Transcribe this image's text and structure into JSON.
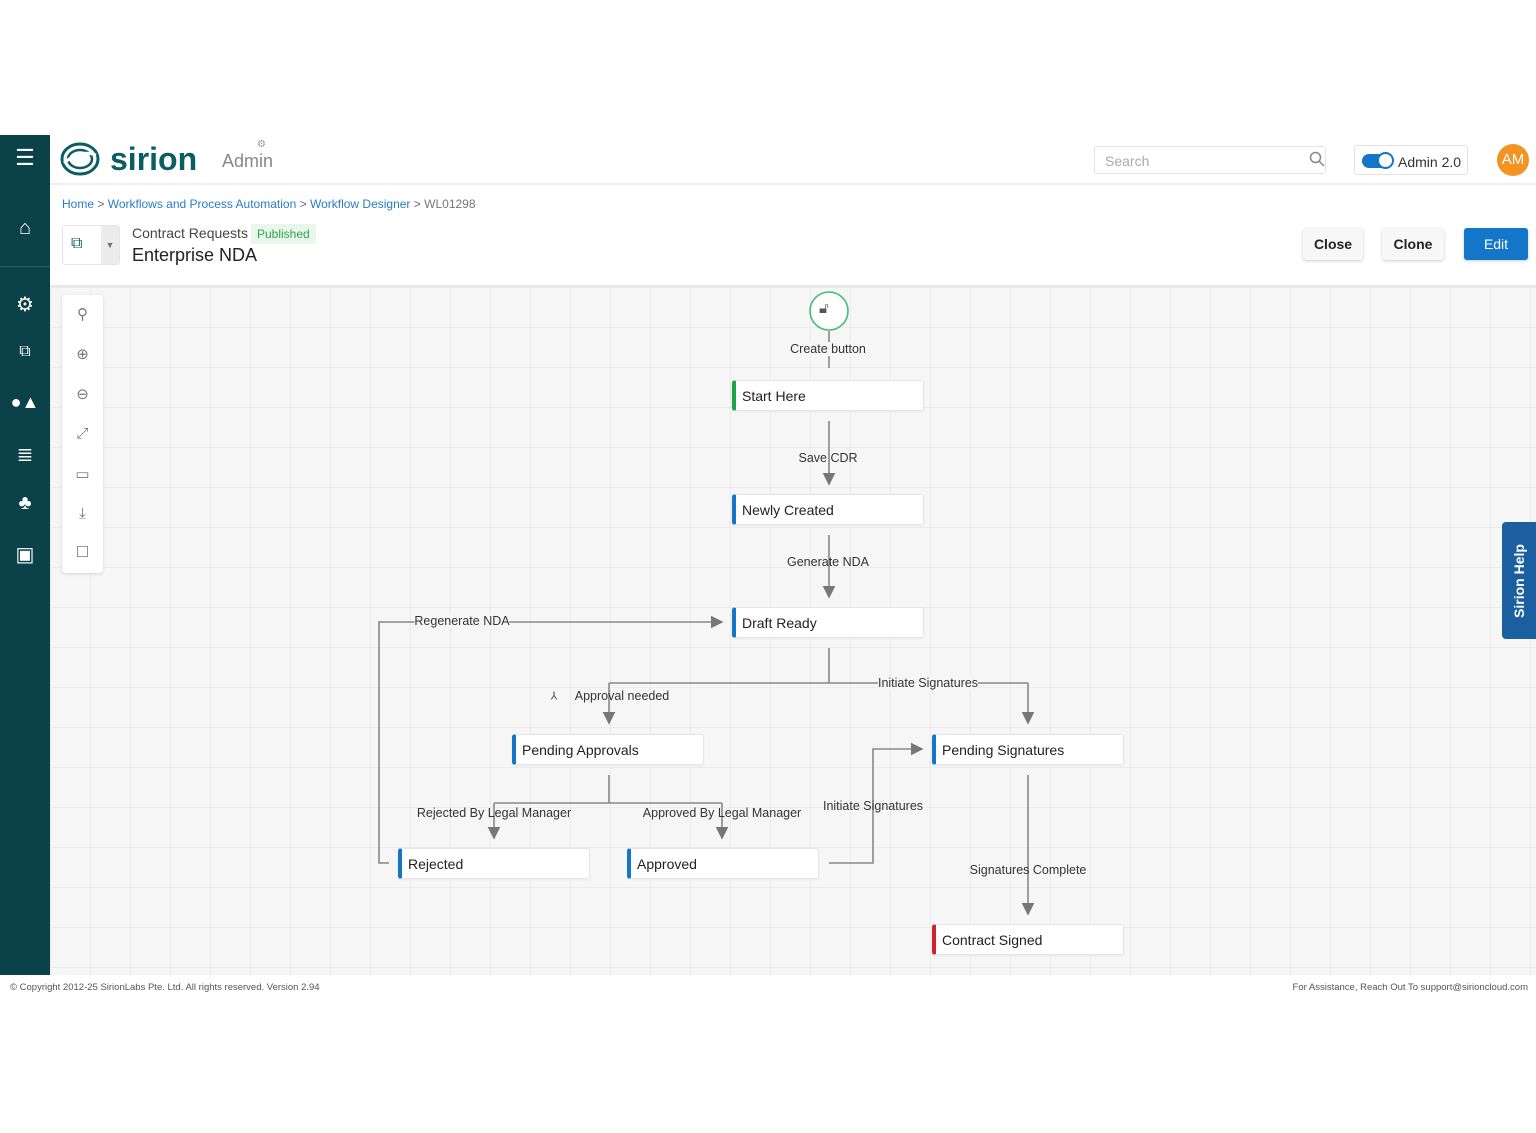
{
  "brand": {
    "name": "sirion",
    "suffix": "Admin"
  },
  "header": {
    "search_placeholder": "Search",
    "toggle_label": "Admin 2.0",
    "toggle_on": true,
    "avatar": "AM"
  },
  "sidebar": {
    "items": [
      "menu-icon",
      "home-icon",
      "settings-icon",
      "workflow-icon",
      "shapes-icon",
      "database-icon",
      "hierarchy-icon",
      "inbox-icon"
    ]
  },
  "breadcrumb": [
    {
      "label": "Home"
    },
    {
      "label": "Workflows and Process Automation"
    },
    {
      "label": "Workflow Designer"
    },
    {
      "label": "WL01298"
    }
  ],
  "page": {
    "category": "Contract Requests",
    "status": "Published",
    "title": "Enterprise NDA"
  },
  "actions": {
    "close": "Close",
    "clone": "Clone",
    "edit": "Edit"
  },
  "tools": [
    "search",
    "zoom-in",
    "zoom-out",
    "fit",
    "rectangle",
    "download",
    "checkbox"
  ],
  "workflow": {
    "start_label": "Create button",
    "nodes": {
      "start": "Start Here",
      "newly": "Newly Created",
      "draft": "Draft Ready",
      "pending_approvals": "Pending Approvals",
      "pending_signatures": "Pending Signatures",
      "rejected": "Rejected",
      "approved": "Approved",
      "signed": "Contract Signed"
    },
    "edges": {
      "save": "Save CDR",
      "generate": "Generate NDA",
      "regenerate": "Regenerate NDA",
      "approval": "Approval needed",
      "initiate1": "Initiate Signatures",
      "rejected_by": "Rejected By Legal Manager",
      "approved_by": "Approved By Legal Manager",
      "initiate2": "Initiate Signatures",
      "complete": "Signatures Complete"
    },
    "colors": {
      "start": "#1fa34a",
      "state": "#1476c8",
      "end": "#d0202a"
    }
  },
  "help": "Sirion Help",
  "footer": {
    "left": "© Copyright 2012-25 SirionLabs Pte. Ltd. All rights reserved. Version 2.94",
    "right": "For Assistance, Reach Out To support@sirioncloud.com"
  }
}
